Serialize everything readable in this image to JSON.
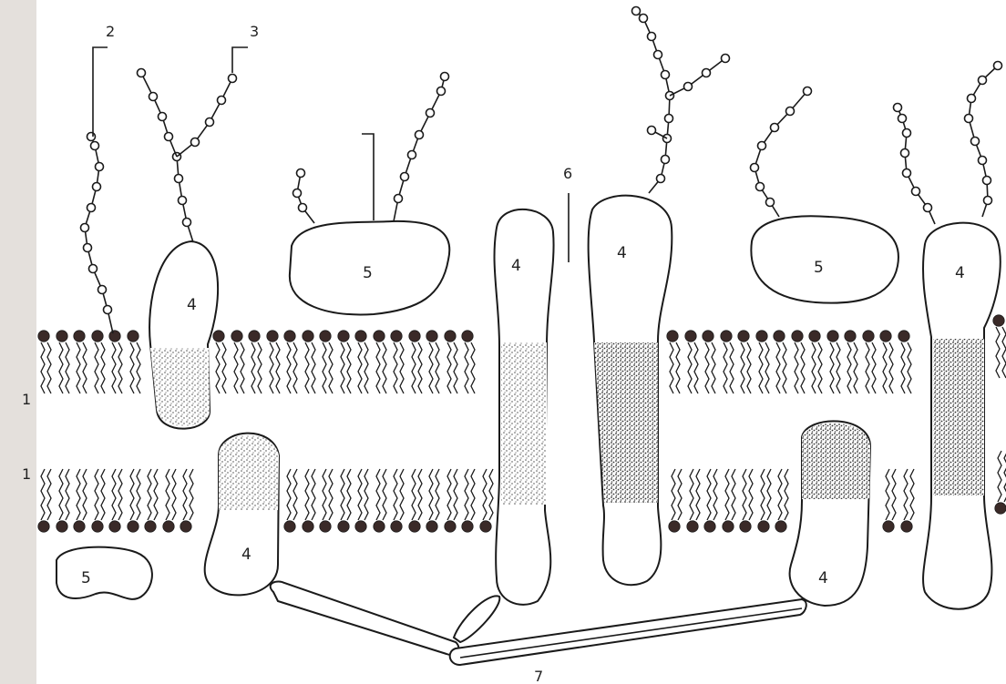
{
  "labels": {
    "lipid_upper": "1",
    "lipid_lower": "1",
    "glycolipid": "2",
    "glycoprotein": "3",
    "protein_a": "4",
    "protein_b": "4",
    "protein_c": "4",
    "protein_d": "4",
    "protein_e": "4",
    "protein_f": "4",
    "peripheral_a": "5",
    "peripheral_b": "5",
    "peripheral_c": "5",
    "channel": "6",
    "cytoskeleton": "7"
  },
  "colors": {
    "outline": "#1a1a1a",
    "phospholipid_head": "#3a2a28",
    "stipple": "#555555",
    "page_margin_tint": "#d9d4d0"
  }
}
